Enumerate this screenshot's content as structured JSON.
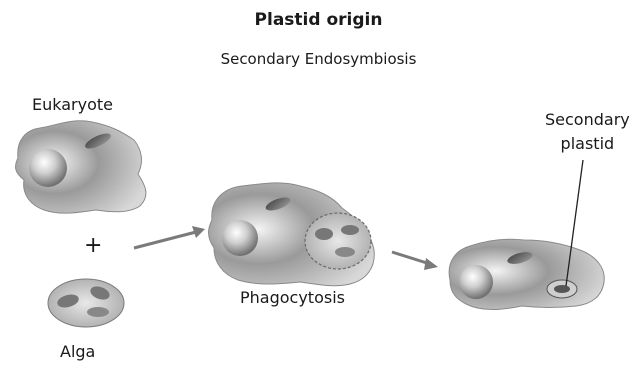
{
  "title": "Plastid origin",
  "subtitle": "Secondary Endosymbiosis",
  "labels": {
    "eukaryote": "Eukaryote",
    "alga": "Alga",
    "phagocytosis": "Phagocytosis",
    "secondary_plastid_line1": "Secondary",
    "secondary_plastid_line2": "plastid",
    "plus": "+"
  },
  "colors": {
    "cell_dark": "#6a6a6a",
    "cell_light": "#e4e4e4",
    "arrow": "#7a7a7a"
  }
}
